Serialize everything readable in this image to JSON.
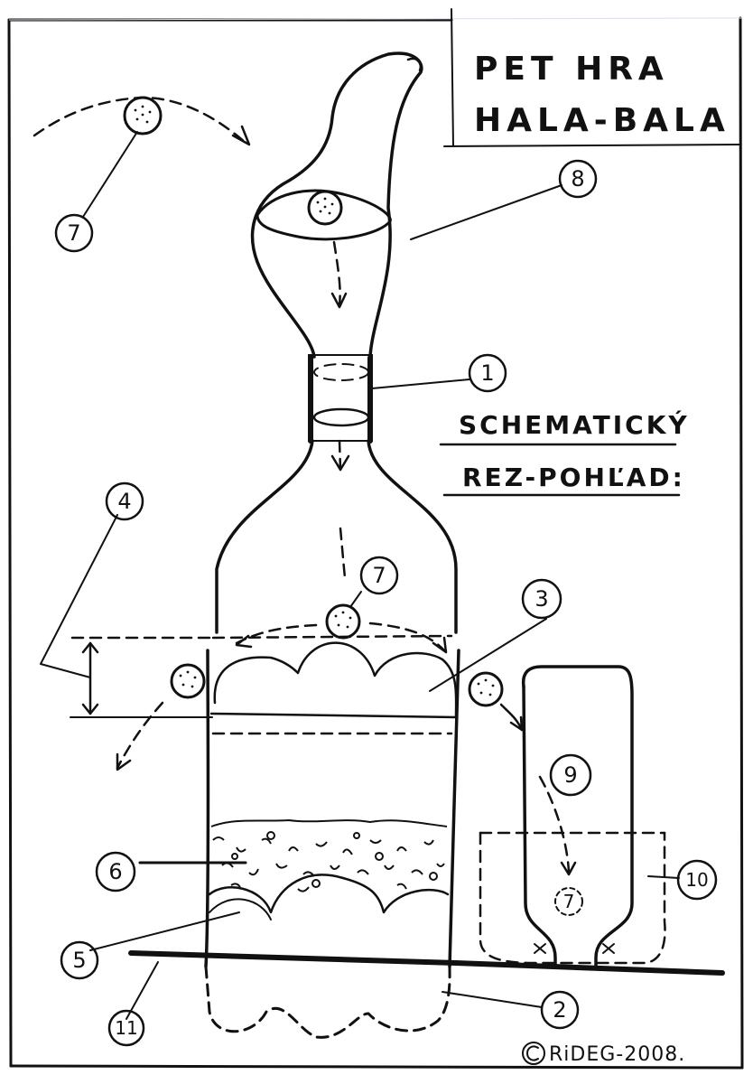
{
  "title": {
    "line1": "PET HRA",
    "line2": "HALA-BALA"
  },
  "subtitle": {
    "line1": "SCHEMATICKÝ",
    "line2": "REZ-POHĽAD:"
  },
  "callouts": [
    "1",
    "2",
    "3",
    "4",
    "5",
    "6",
    "7",
    "7",
    "7",
    "8",
    "9",
    "10",
    "11"
  ],
  "credit": "RiDEG-2008."
}
